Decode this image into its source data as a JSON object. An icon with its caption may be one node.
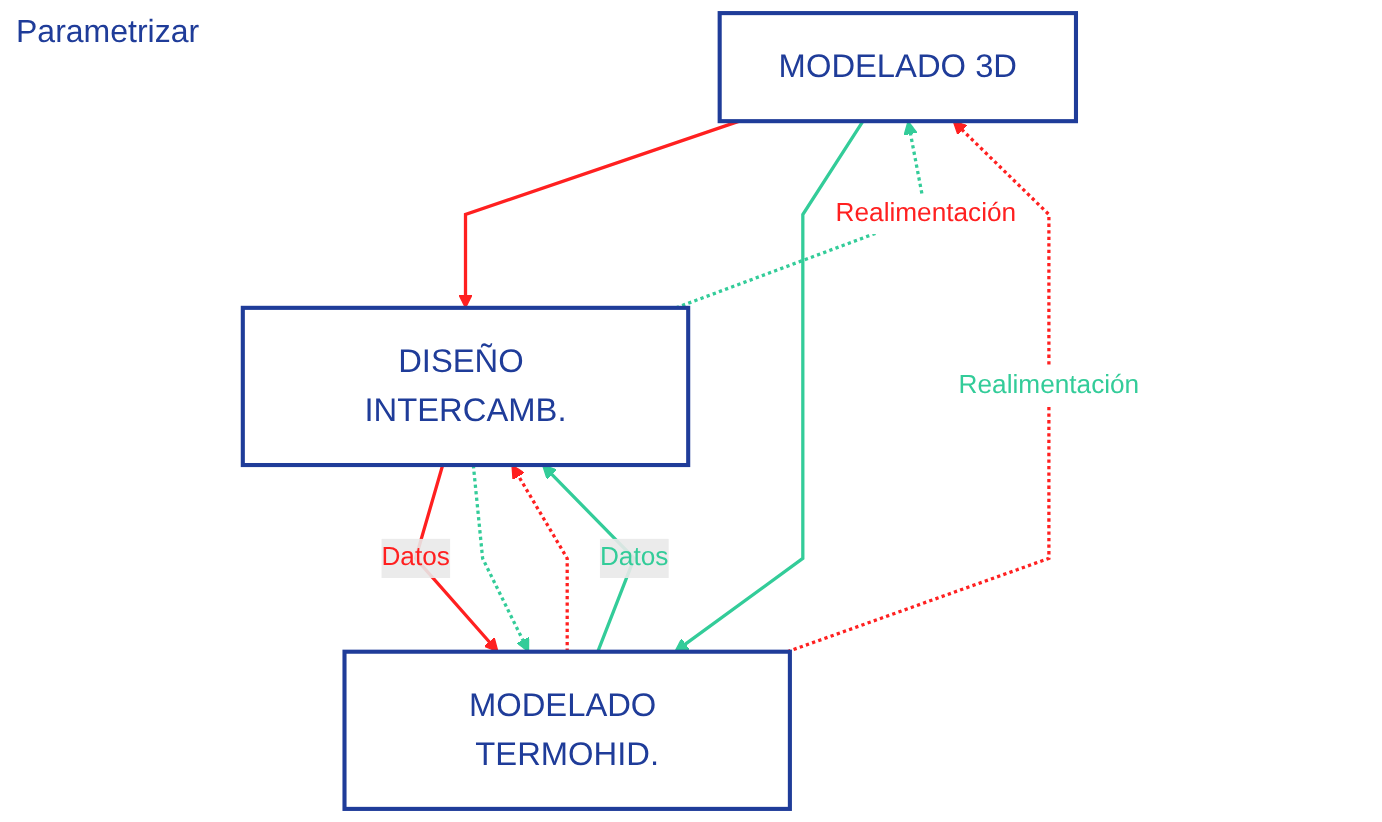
{
  "diagram": {
    "nodes": [
      {
        "text": [
          "MODELADO 3D"
        ]
      },
      {
        "text": [
          "DISEÑO INTERCAMB."
        ]
      },
      {
        "text": [
          "MODELADO TERMOHID."
        ]
      }
    ],
    "edges": [
      {
        "from": 0,
        "to": 1,
        "arrow": "to",
        "color": "#ff2020"
      },
      {
        "from": 1,
        "to": 0,
        "arrow": "to",
        "style": "dashed",
        "color": "#33cc99",
        "label": "Realimentación"
      },
      {
        "from": 0,
        "to": 2,
        "arrow": "to",
        "color": "#33cc99"
      },
      {
        "from": 2,
        "to": 0,
        "arrow": "to",
        "style": "dashed",
        "color": "#ff2020",
        "label": "Realimentación"
      },
      {
        "from": 1,
        "to": 2,
        "arrow": "to",
        "color": "#ff2020",
        "label": "Datos"
      },
      {
        "from": 2,
        "to": 1,
        "arrow": "to",
        "style": "dashed",
        "color": "#ff2020"
      },
      {
        "from": 1,
        "to": 2,
        "arrow": "to",
        "style": "dashed",
        "color": "#33cc99"
      },
      {
        "from": 2,
        "to": 1,
        "arrow": "to",
        "color": "#33cc99",
        "label": "Datos"
      }
    ],
    "labels": [
      "Parametrizar"
    ]
  }
}
